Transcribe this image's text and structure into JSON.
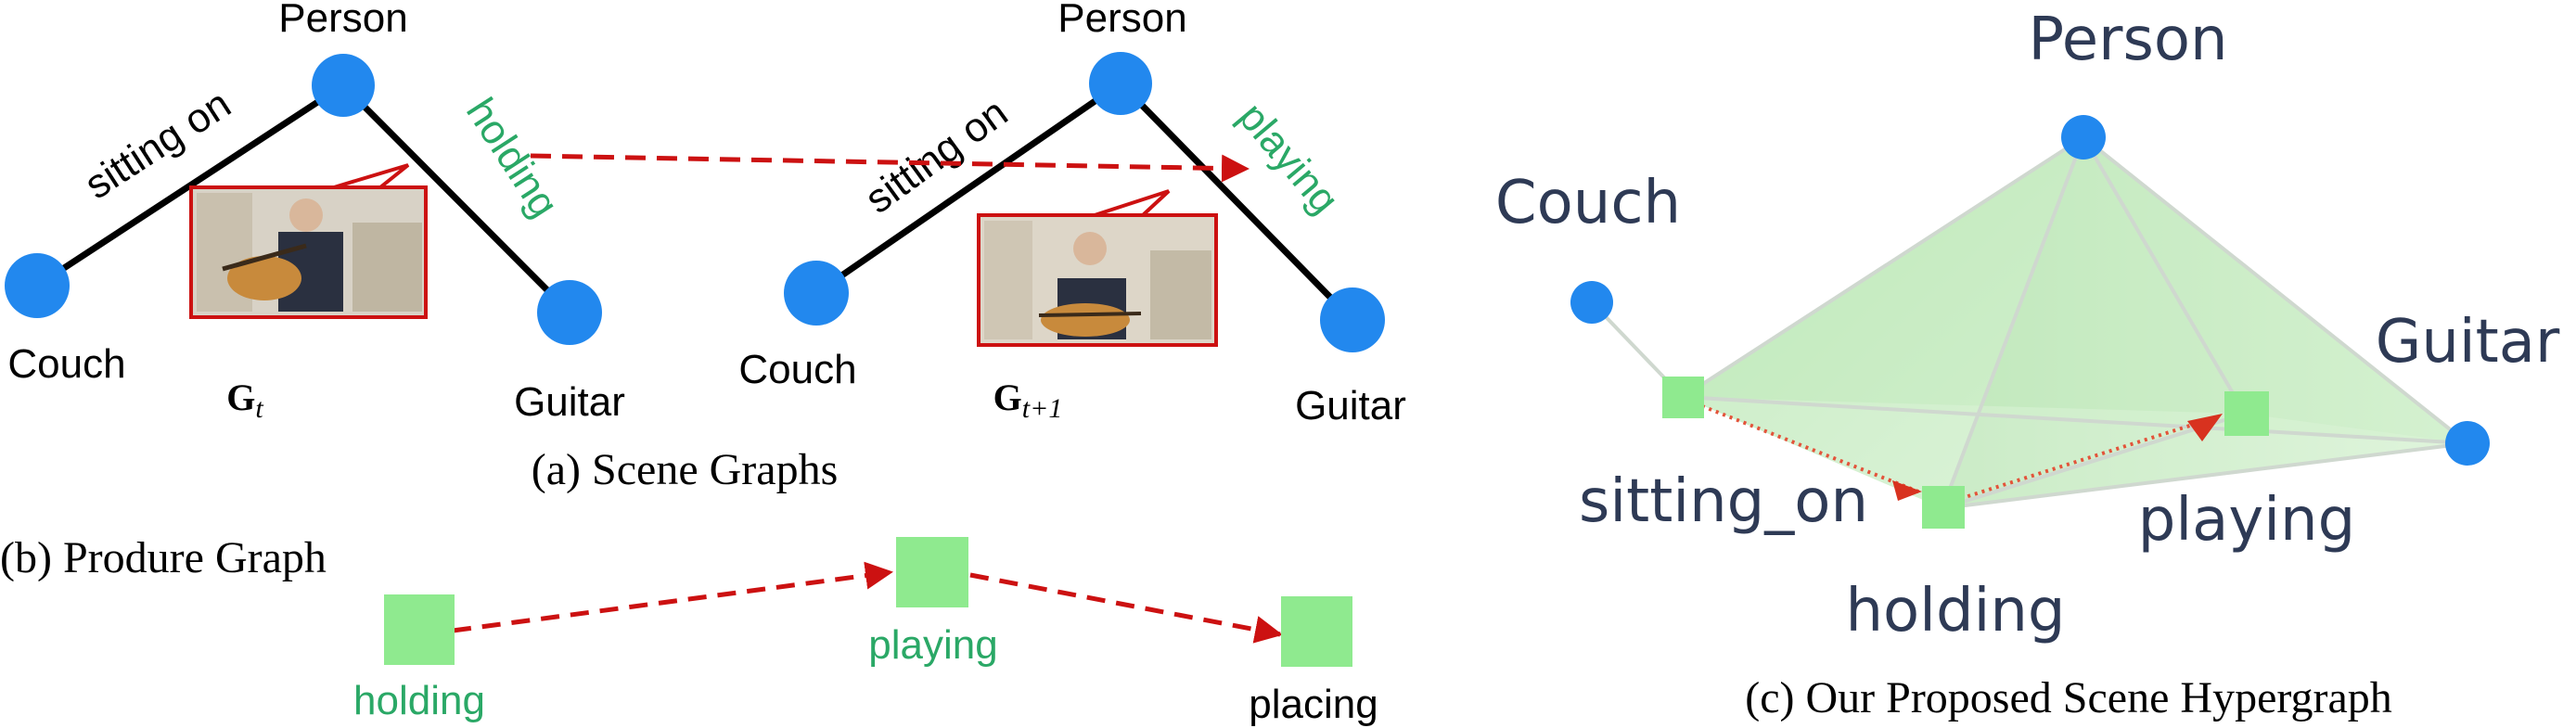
{
  "panel_a": {
    "caption": "(a) Scene Graphs",
    "graph_t": {
      "math_label_main": "G",
      "math_label_sub": "t",
      "nodes": {
        "person": "Person",
        "couch": "Couch",
        "guitar": "Guitar"
      },
      "edges": {
        "sitting": "sitting on",
        "action": "holding"
      }
    },
    "graph_t1": {
      "math_label_main": "G",
      "math_label_sub": "t+1",
      "nodes": {
        "person": "Person",
        "couch": "Couch",
        "guitar": "Guitar"
      },
      "edges": {
        "sitting": "sitting on",
        "action": "playing"
      }
    }
  },
  "panel_b": {
    "caption": "(b) Produre Graph",
    "nodes": [
      "holding",
      "playing",
      "placing"
    ]
  },
  "panel_c": {
    "caption": "(c) Our Proposed Scene Hypergraph",
    "entities": {
      "person": "Person",
      "couch": "Couch",
      "guitar": "Guitar"
    },
    "relations": {
      "sitting": "sitting_on",
      "holding": "holding",
      "playing": "playing"
    }
  },
  "colors": {
    "entity_node": "#2288ee",
    "relation_green": "#2aa866",
    "relation_box": "#8fea8f",
    "arrow_red": "#cc1111",
    "hyperedge_fill": "#b9e8b4",
    "hypergraph_text": "#2e3a55"
  }
}
